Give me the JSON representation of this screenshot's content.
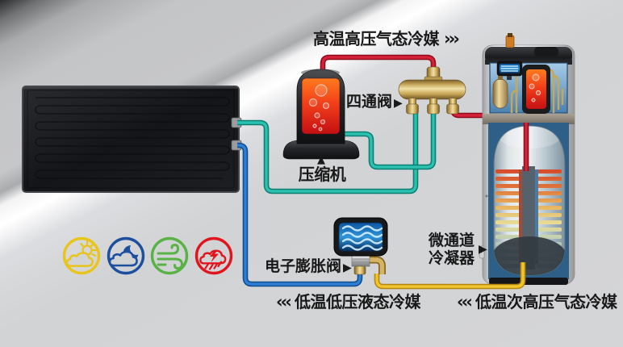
{
  "labels": {
    "hot_gas_flow": {
      "text": "高温高压气态冷媒",
      "arrows": "›››"
    },
    "four_way_valve": {
      "text": "四通阀",
      "pointer": "▶"
    },
    "compressor": {
      "text": "压缩机",
      "pointer": "▲"
    },
    "expansion_valve": {
      "text": "电子膨胀阀",
      "pointer": "▶"
    },
    "condenser": {
      "line1": "微通道",
      "line2": "冷凝器",
      "pointer": "▶"
    },
    "liquid_flow": {
      "arrows": "‹‹‹",
      "text": "低温低压液态冷媒"
    },
    "mid_pressure_flow": {
      "arrows": "‹‹‹",
      "text": "低温次高压气态冷媒"
    }
  },
  "components": [
    "solar-thermal-panel",
    "compressor",
    "four-way-valve",
    "electronic-expansion-valve",
    "water-tank-with-microchannel-condenser"
  ],
  "colors": {
    "pipe_hot_edge": "#8e0a1c",
    "pipe_hot_core": "#d62238",
    "pipe_suction_edge": "#0a7f74",
    "pipe_suction_core": "#2cc0b0",
    "pipe_liquid_edge": "#0f4d8e",
    "pipe_liquid_core": "#2e7ed2",
    "pipe_mid_edge": "#b8860f",
    "pipe_mid_core": "#f0c52e",
    "brass_edge": "#8a6820",
    "brass_core": "#d4b565",
    "text": "#191919"
  },
  "weather_icons": [
    {
      "name": "partly-cloudy-icon",
      "color": "#e9c51b"
    },
    {
      "name": "cloudy-night-icon",
      "color": "#1d4f9f"
    },
    {
      "name": "windy-icon",
      "color": "#58b344"
    },
    {
      "name": "storm-icon",
      "color": "#e0151e"
    }
  ]
}
